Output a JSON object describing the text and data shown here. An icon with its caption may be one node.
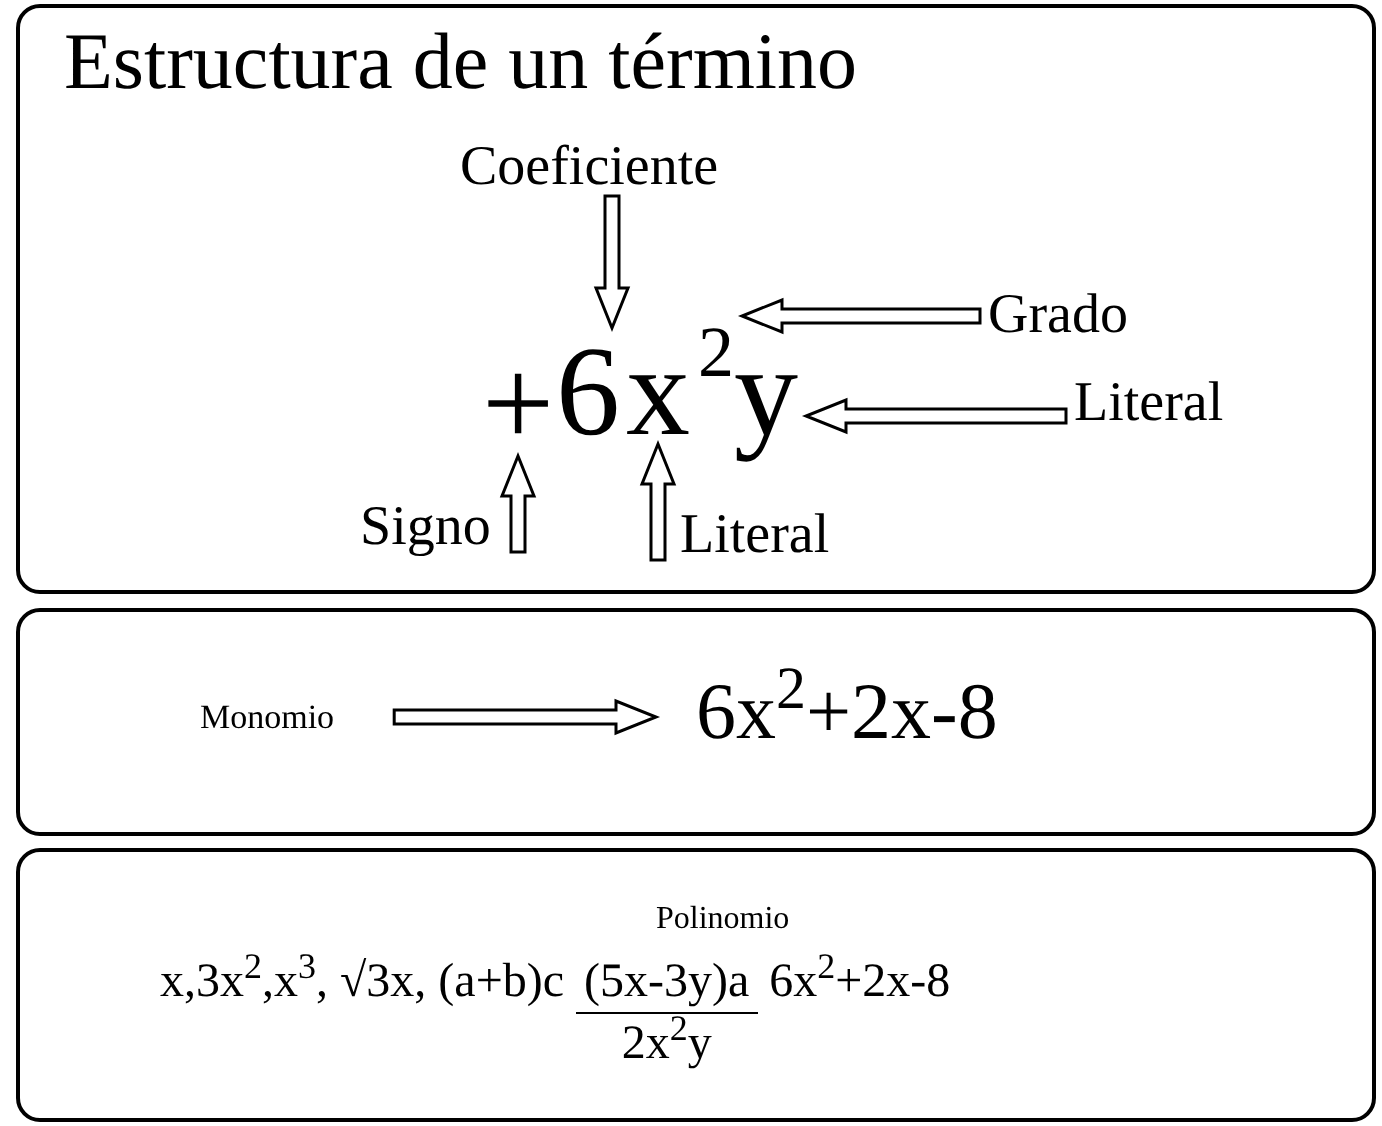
{
  "diagram": {
    "nodes": [
      {
        "text": [
          "Estructura de un término"
        ]
      },
      {
        "text": [
          "Coeficiente"
        ],
        "in": 0
      },
      {
        "text": [
          "Grado"
        ],
        "in": 0
      },
      {
        "text": [
          "Literal"
        ],
        "in": 0
      },
      {
        "text": [
          "Signo"
        ],
        "in": 0
      },
      {
        "text": [
          "Literal"
        ],
        "in": 0
      },
      {
        "text": [
          "+"
        ],
        "in": 0
      },
      {
        "text": [
          "6"
        ],
        "in": 0
      },
      {
        "text": [
          "x"
        ],
        "in": 0
      },
      {
        "text": [
          "2"
        ],
        "in": 0
      },
      {
        "text": [
          "y"
        ],
        "in": 0
      },
      {
        "text": [],
        "shape": "box"
      },
      {
        "text": [
          "Monomio"
        ],
        "in": 11
      },
      {
        "text": [
          "6x$^{2}$+2x-8"
        ],
        "in": 11
      },
      {
        "text": [
          "Polinomio"
        ]
      }
    ],
    "edges": [
      {
        "from": 1,
        "to": 7,
        "arrow": "to"
      },
      {
        "from": 2,
        "to": 9,
        "arrow": "to"
      },
      {
        "from": 3,
        "to": 10,
        "arrow": "to"
      },
      {
        "from": 4,
        "to": 6,
        "arrow": "to"
      },
      {
        "from": 5,
        "to": 8,
        "arrow": "to"
      },
      {
        "from": 12,
        "to": 13,
        "arrow": "to"
      }
    ],
    "labels": [
      "x,3x$^{2}$,x$^{3}$,",
      "√3x,",
      "(a+b)c",
      "(5x-3y)a",
      "2x$^{2}$y",
      "6x$^{2}$+2x-8"
    ]
  }
}
